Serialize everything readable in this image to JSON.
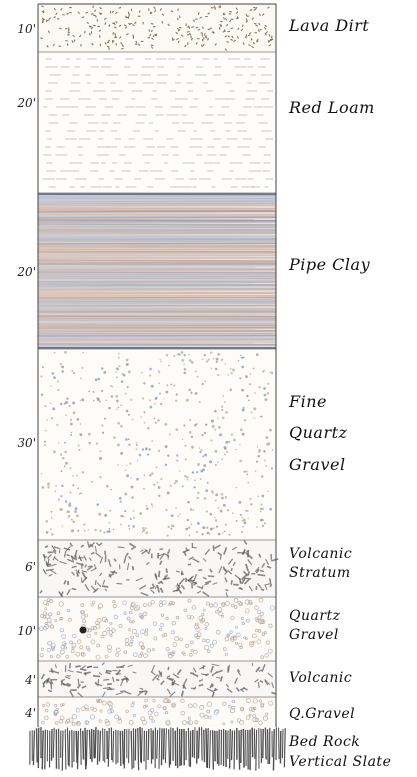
{
  "strata": [
    {
      "id": "lava-dirt",
      "thickness": "10'",
      "label": [
        "Lava Dirt"
      ],
      "pattern": "lava",
      "fill": "#fbf9f3",
      "marks": "#6b5a3a"
    },
    {
      "id": "red-loam",
      "thickness": "20'",
      "label": [
        "Red Loam"
      ],
      "pattern": "loam",
      "fill": "#fefdfb",
      "marks": "#8a8078"
    },
    {
      "id": "pipe-clay",
      "thickness": "20'",
      "label": [
        "Pipe Clay"
      ],
      "pattern": "clay",
      "fill": "#e8dcd3",
      "marks": "#7f9fc4"
    },
    {
      "id": "fine-quartz-gravel",
      "thickness": "30'",
      "label": [
        "Fine",
        "Quartz",
        "Gravel"
      ],
      "pattern": "fine",
      "fill": "#fdfcf9",
      "marks": "#8c8fa6"
    },
    {
      "id": "volcanic-stratum",
      "thickness": "6'",
      "label": [
        "Volcanic",
        "Stratum"
      ],
      "pattern": "volcanic",
      "fill": "#f8f7f5",
      "marks": "#5a5a5a"
    },
    {
      "id": "quartz-gravel",
      "thickness": "10'",
      "label": [
        "Quartz",
        "Gravel"
      ],
      "pattern": "gravel",
      "fill": "#fdfbf8",
      "marks": "#b0a29a"
    },
    {
      "id": "volcanic",
      "thickness": "4'",
      "label": [
        "Volcanic"
      ],
      "pattern": "volcanic",
      "fill": "#f8f7f5",
      "marks": "#5a5a5a"
    },
    {
      "id": "q-gravel",
      "thickness": "4'",
      "label": [
        "Q.Gravel"
      ],
      "pattern": "gravel",
      "fill": "#fdfbf8",
      "marks": "#b0a29a"
    },
    {
      "id": "bed-rock",
      "thickness": "",
      "label": [
        "Bed Rock",
        "Vertical Slate"
      ],
      "pattern": "slate",
      "fill": "#ffffff",
      "marks": "#333333"
    }
  ]
}
